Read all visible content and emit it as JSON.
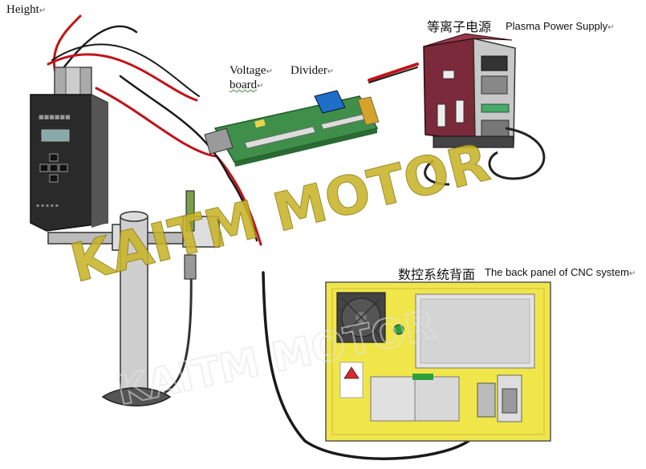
{
  "labels": {
    "height": "Height",
    "voltage": "Voltage",
    "board": "board",
    "divider": "Divider",
    "plasma_cn": "等离子电源",
    "plasma_en": "Plasma Power Supply",
    "cnc_cn": "数控系统背面",
    "cnc_en": "The back panel of CNC system",
    "return_mark": "↵"
  },
  "watermark": {
    "main": "KAITM MOTOR",
    "secondary": "KAITM MOTOR",
    "color": "#c9b52a"
  },
  "icons": [
    "height-controller",
    "torch-lifter",
    "voltage-divider-board",
    "plasma-power-supply",
    "cnc-back-panel",
    "cooling-fan-icon",
    "warning-icon"
  ],
  "colors": {
    "cable_red": "#c0141a",
    "cable_black": "#1a1a1a",
    "pcb_green": "#3f8f4a",
    "supply_maroon": "#7a2a3a",
    "cnc_yellow": "#f0e64a"
  }
}
